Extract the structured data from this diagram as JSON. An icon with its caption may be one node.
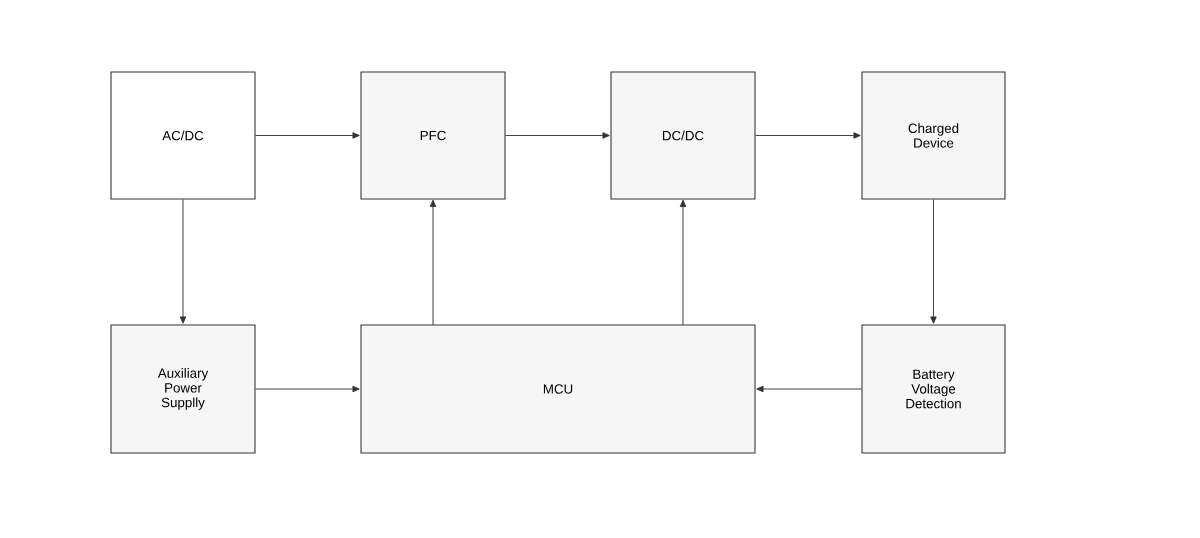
{
  "diagram": {
    "nodes": [
      {
        "text": [
          "AC/DC"
        ]
      },
      {
        "text": [
          "PFC"
        ]
      },
      {
        "text": [
          "DC/DC"
        ]
      },
      {
        "text": [
          "Charged Device"
        ]
      },
      {
        "text": [
          "Auxiliary Power Supplly"
        ]
      },
      {
        "text": [
          "MCU"
        ]
      },
      {
        "text": [
          "Battery Voltage Detection"
        ]
      }
    ],
    "edges": [
      {
        "from": 0,
        "to": 1,
        "arrow": "to"
      },
      {
        "from": 1,
        "to": 2,
        "arrow": "to"
      },
      {
        "from": 2,
        "to": 3,
        "arrow": "to"
      },
      {
        "from": 0,
        "to": 4,
        "arrow": "to"
      },
      {
        "from": 3,
        "to": 6,
        "arrow": "to"
      },
      {
        "from": 4,
        "to": 5,
        "arrow": "to"
      },
      {
        "from": 5,
        "to": 1,
        "arrow": "to"
      },
      {
        "from": 5,
        "to": 2,
        "arrow": "to"
      },
      {
        "from": 6,
        "to": 5,
        "arrow": "to"
      }
    ]
  }
}
